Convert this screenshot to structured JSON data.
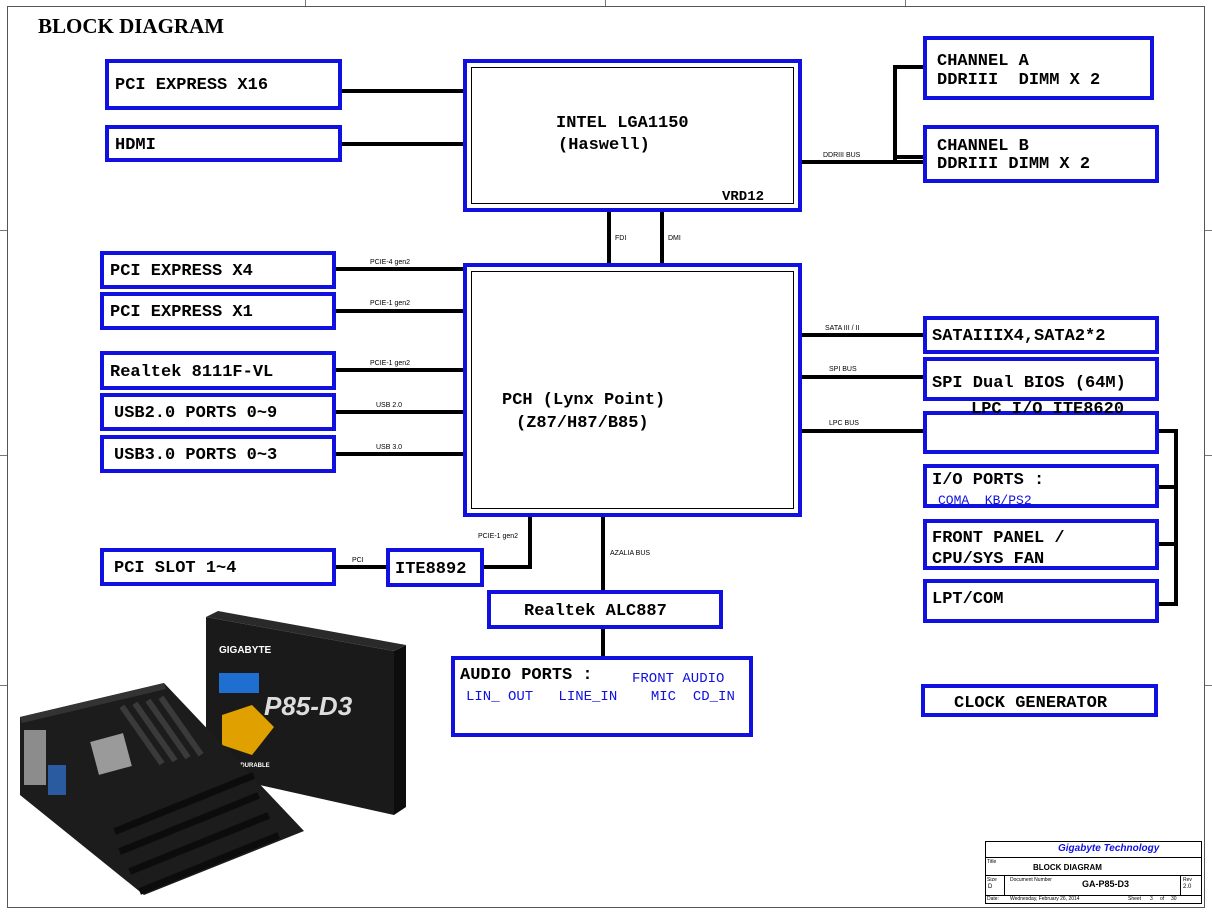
{
  "title": "BLOCK DIAGRAM",
  "colors": {
    "box_border": "#1010e0",
    "wire": "#000000",
    "note_text": "#1010e0"
  },
  "cpu": {
    "line1": "INTEL LGA1150",
    "line2": "(Haswell)",
    "vrd": "VRD12"
  },
  "pch": {
    "line1": "PCH (Lynx Point)",
    "line2": "(Z87/H87/B85)"
  },
  "left_top": {
    "pcie_x16": "PCI EXPRESS X16",
    "hdmi": "HDMI"
  },
  "left_pch": {
    "pcie_x4": "PCI EXPRESS X4",
    "pcie_x1": "PCI EXPRESS X1",
    "realtek_lan": "Realtek 8111F-VL",
    "usb2": "USB2.0 PORTS 0~9",
    "usb3": "USB3.0 PORTS 0~3"
  },
  "pci": {
    "slot": "PCI SLOT 1~4",
    "bridge": "ITE8892"
  },
  "memory": {
    "a_line1": "CHANNEL A",
    "a_line2": "DDRIII  DIMM X 2",
    "b_line1": "CHANNEL B",
    "b_line2": "DDRIII DIMM X 2"
  },
  "right_pch": {
    "sata": "SATAIIIX4,SATA2*2",
    "spi_bios": "SPI Dual BIOS (64M)",
    "lpc_io": "LPC I/O ITE8620",
    "io_ports": "I/O PORTS :",
    "io_ports_sub": "COMA  KB/PS2",
    "front_panel_1": "FRONT PANEL /",
    "front_panel_2": "CPU/SYS FAN",
    "lpt_com": "LPT/COM"
  },
  "audio": {
    "codec": "Realtek ALC887",
    "ports_title": "AUDIO PORTS :",
    "front_audio": "FRONT AUDIO",
    "row2": "LIN_ OUT   LINE_IN    MIC  CD_IN"
  },
  "clock": "CLOCK GENERATOR",
  "bus_labels": {
    "ddr": "DDRIII BUS",
    "fdi": "FDI",
    "dmi": "DMI",
    "pcie4": "PCIE-4 gen2",
    "pcie1a": "PCIE-1 gen2",
    "pcie1b": "PCIE-1 gen2",
    "usb2": "USB 2.0",
    "usb3": "USB 3.0",
    "sata": "SATA III / II",
    "spi": "SPI BUS",
    "lpc": "LPC BUS",
    "pcie1c": "PCIE-1 gen2",
    "pci": "PCI",
    "azalia": "AZALIA BUS"
  },
  "product_box": {
    "brand": "GIGABYTE",
    "model": "P85-D3",
    "badge": "ULTRA DURABLE"
  },
  "title_block": {
    "company": "Gigabyte Technology",
    "title_key": "Title",
    "title_val": "BLOCK DIAGRAM",
    "size_key": "Size",
    "size_val": "D",
    "docnum_key": "Document Number",
    "docnum_val": "GA-P85-D3",
    "rev_key": "Rev",
    "rev_val": "2.0",
    "date_key": "Date:",
    "date_val": "Wednesday, February 26, 2014",
    "sheet_key": "Sheet",
    "sheet_val": "3",
    "of_key": "of",
    "of_val": "30"
  }
}
